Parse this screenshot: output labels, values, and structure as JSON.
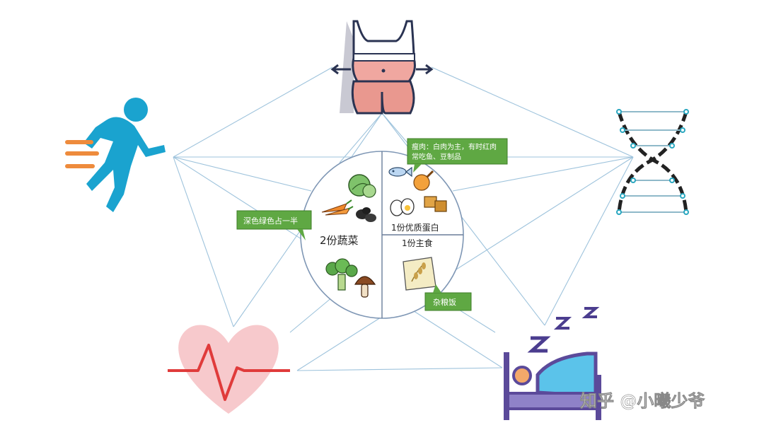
{
  "plate": {
    "vegetables_label": "2份蔬菜",
    "protein_label": "1份优质蛋白",
    "staple_label": "1份主食"
  },
  "callouts": {
    "vegetables_note": "深色绿色占一半",
    "protein_note_line1": "瘦肉：白肉为主，有时红肉",
    "protein_note_line2": "常吃鱼、豆制品",
    "staple_note": "杂粮饭"
  },
  "watermark": {
    "text": "知乎 @小曦少爷"
  },
  "icons": {
    "top": "body-waist-icon",
    "left": "running-person-icon",
    "right": "dna-icon",
    "bottom_left": "heart-pulse-icon",
    "bottom_right": "sleep-bed-icon"
  },
  "colors": {
    "lines": "#9ec3dc",
    "callout": "#5fa843",
    "runner": "#1aa3cf",
    "heart": "#f7c9cc",
    "pulse": "#e03b3b",
    "bed": "#5b4a9a",
    "sleep_z": "#4b3d8f"
  }
}
